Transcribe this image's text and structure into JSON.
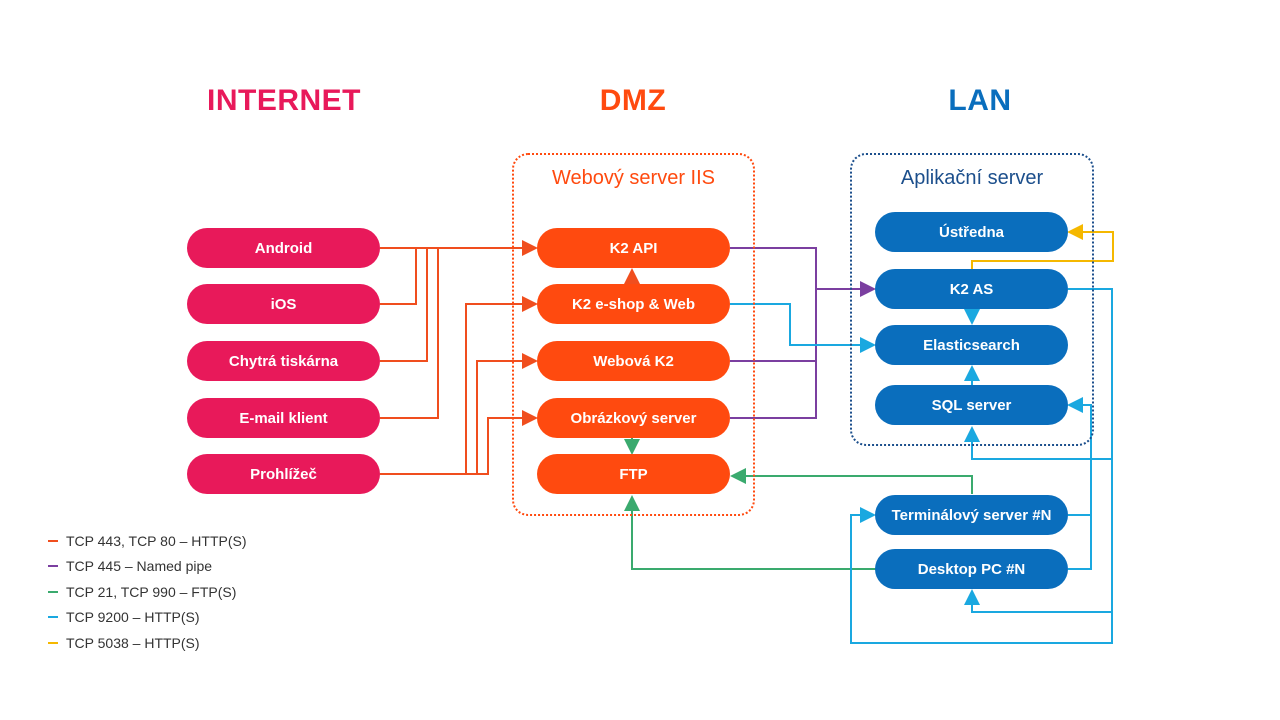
{
  "zones": {
    "internet": "INTERNET",
    "dmz": "DMZ",
    "lan": "LAN"
  },
  "groups": {
    "web_server": "Webový server IIS",
    "app_server": "Aplikační server"
  },
  "nodes": {
    "internet": [
      "Android",
      "iOS",
      "Chytrá tiskárna",
      "E-mail klient",
      "Prohlížeč"
    ],
    "dmz": [
      "K2 API",
      "K2 e-shop & Web",
      "Webová K2",
      "Obrázkový server",
      "FTP"
    ],
    "lan": [
      "Ústředna",
      "K2 AS",
      "Elasticsearch",
      "SQL server",
      "Terminálový server #N",
      "Desktop PC #N"
    ]
  },
  "legend": [
    {
      "label": "TCP 443, TCP 80 – HTTP(S)",
      "color": "#f04e1e"
    },
    {
      "label": "TCP 445 – Named pipe",
      "color": "#7b3fa0"
    },
    {
      "label": "TCP 21, TCP 990 – FTP(S)",
      "color": "#3aaa6e"
    },
    {
      "label": "TCP 9200 – HTTP(S)",
      "color": "#1aa8e0"
    },
    {
      "label": "TCP 5038 – HTTP(S)",
      "color": "#f5b800"
    }
  ],
  "colors": {
    "internet": "#e8195a",
    "dmz": "#ff4a0f",
    "lan": "#0a6ebd",
    "lan_dark": "#1c4f8c",
    "http": "#f04e1e",
    "named_pipe": "#7b3fa0",
    "ftp": "#3aaa6e",
    "elastic": "#1aa8e0",
    "ami": "#f5b800"
  }
}
